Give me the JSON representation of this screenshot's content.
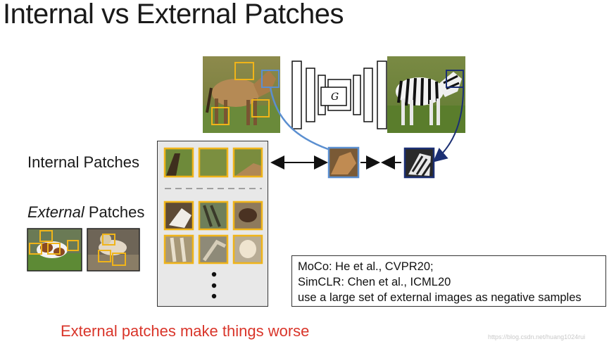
{
  "title": "Internal vs External Patches",
  "labels": {
    "internal": "Internal Patches",
    "external_italic": "External",
    "external_rest": " Patches"
  },
  "generator": {
    "symbol": "G"
  },
  "citations": [
    "MoCo: He et al., CVPR20;",
    "SimCLR: Chen et al., ICML20",
    "use a large set of external images as negative samples"
  ],
  "tagline": "External patches make things worse",
  "watermark": "https://blog.csdn.net/huang1024rui",
  "colors": {
    "patch_border": "#f0b419",
    "query_border": "#5b8fd0",
    "zebra_border": "#1b2f73",
    "tagline": "#d9352a"
  }
}
